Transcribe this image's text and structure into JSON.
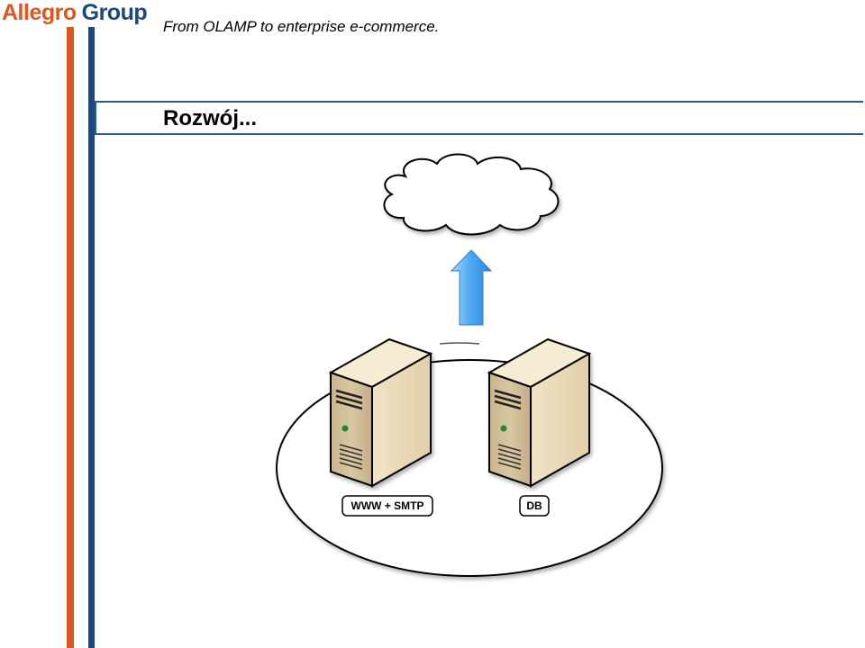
{
  "logo": {
    "part1": "Allegro",
    "part2": "Group"
  },
  "header": {
    "subtitle": "From OLAMP to enterprise e-commerce."
  },
  "slide": {
    "title": "Rozwój..."
  },
  "diagram": {
    "servers": [
      {
        "label": "WWW + SMTP"
      },
      {
        "label": "DB"
      }
    ],
    "colors": {
      "accent_orange": "#e0561f",
      "accent_blue": "#1d4679",
      "arrow": "#4aa8f0",
      "server_body": "#e6d5b3"
    },
    "icons": [
      "cloud-icon",
      "up-arrow-icon",
      "server-icon"
    ]
  }
}
